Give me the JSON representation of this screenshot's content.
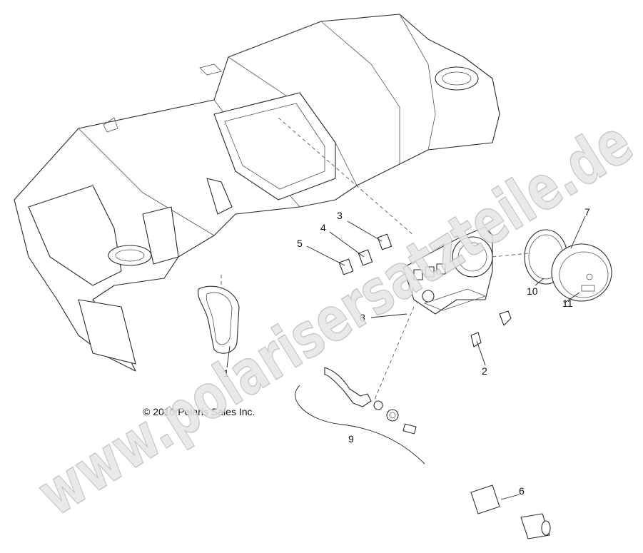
{
  "diagram": {
    "copyright": "© 2010 Polaris Sales Inc.",
    "watermark": "www.polarisersatzteile.de",
    "callouts": [
      {
        "id": "1",
        "label": "1"
      },
      {
        "id": "2",
        "label": "2"
      },
      {
        "id": "3",
        "label": "3"
      },
      {
        "id": "4",
        "label": "4"
      },
      {
        "id": "5",
        "label": "5"
      },
      {
        "id": "6",
        "label": "6"
      },
      {
        "id": "7",
        "label": "7"
      },
      {
        "id": "8",
        "label": "8"
      },
      {
        "id": "9",
        "label": "9"
      },
      {
        "id": "10",
        "label": "10"
      },
      {
        "id": "11",
        "label": "11"
      }
    ]
  }
}
